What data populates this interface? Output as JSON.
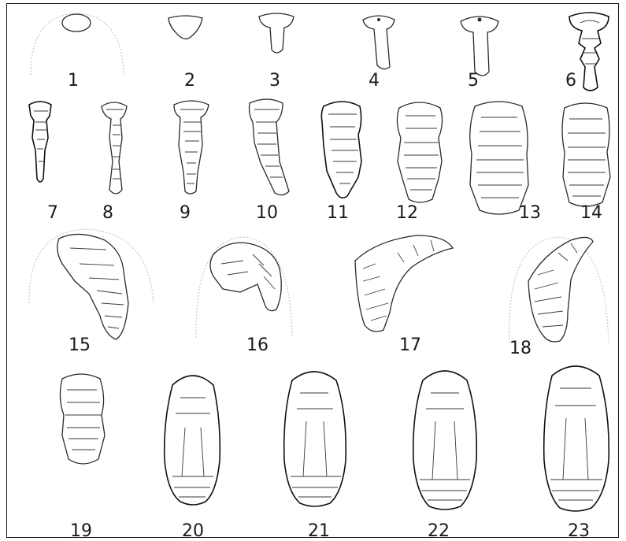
{
  "figure": {
    "stage_labels": [
      "1",
      "2",
      "3",
      "4",
      "5",
      "6",
      "7",
      "8",
      "9",
      "10",
      "11",
      "12",
      "13",
      "14",
      "15",
      "16",
      "17",
      "18",
      "19",
      "20",
      "21",
      "22",
      "23"
    ]
  }
}
